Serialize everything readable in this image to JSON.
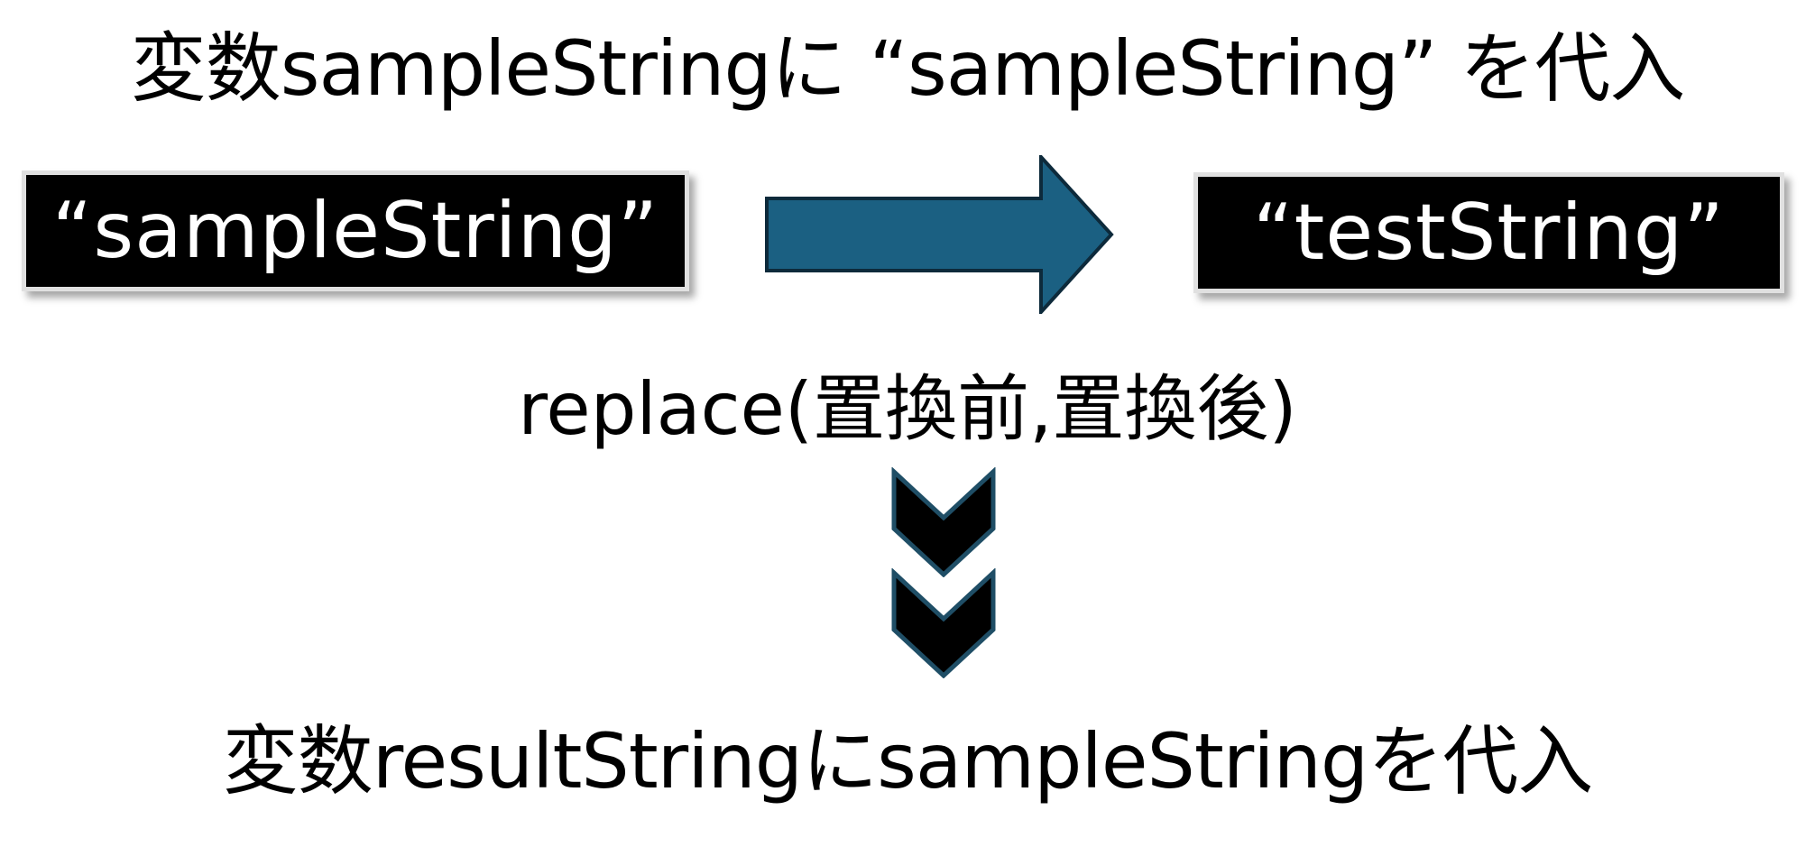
{
  "title": "変数sampleStringに “sampleString” を代入",
  "left_box": {
    "label": "“sampleString”"
  },
  "right_box": {
    "label": "“testString”"
  },
  "method": "replace(置換前,置換後)",
  "result": "変数resultStringにsampleStringを代入",
  "colors": {
    "arrow_fill": "#1b6082",
    "arrow_stroke": "#0d2a3b",
    "box_fill": "#000000",
    "box_text": "#ffffff",
    "box_border": "#e0e0e0",
    "chevron_fill": "#000000",
    "chevron_stroke": "#1f4e66"
  }
}
